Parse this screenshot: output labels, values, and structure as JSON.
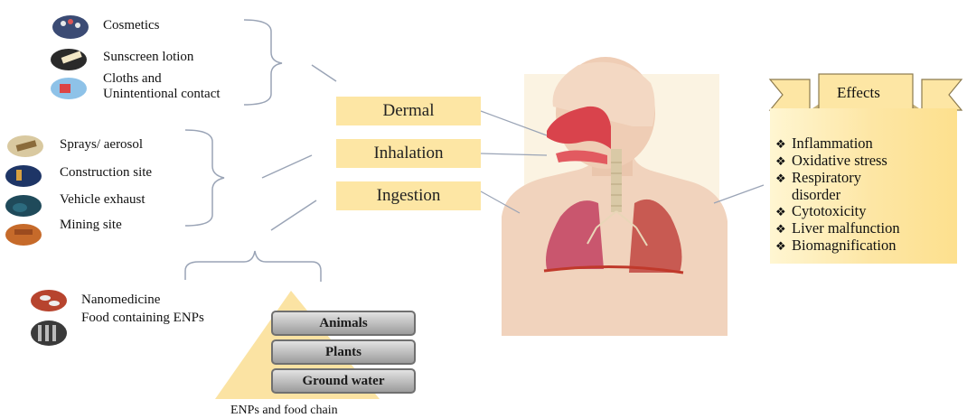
{
  "sources": {
    "dermal": [
      {
        "label": "Cosmetics",
        "icon": "cosmetics-palette-icon"
      },
      {
        "label": "Sunscreen lotion",
        "icon": "sunscreen-icon"
      },
      {
        "label_line1": "Cloths and",
        "label_line2": "Unintentional contact",
        "icon": "cloths-icon"
      }
    ],
    "inhalation": [
      {
        "label": "Sprays/ aerosol",
        "icon": "spray-can-icon"
      },
      {
        "label": "Construction site",
        "icon": "construction-site-icon"
      },
      {
        "label": "Vehicle exhaust",
        "icon": "vehicle-exhaust-icon"
      },
      {
        "label": "Mining site",
        "icon": "mining-site-icon"
      }
    ],
    "ingestion": [
      {
        "label": "Nanomedicine",
        "icon": "pills-icon"
      },
      {
        "label": "Food containing ENPs",
        "icon": "food-icon"
      }
    ]
  },
  "routes": [
    "Dermal",
    "Inhalation",
    "Ingestion"
  ],
  "food_chain": {
    "levels": [
      "Animals",
      "Plants",
      "Ground water"
    ],
    "caption": "ENPs and food chain"
  },
  "effects": {
    "title": "Effects",
    "items": [
      "Inflammation",
      "Oxidative stress",
      "Respiratory",
      "disorder",
      "Cytotoxicity",
      "Liver malfunction",
      "Biomagnification"
    ],
    "bullet": "❖"
  },
  "colors": {
    "route_box": "#fde6a4",
    "lung": "#c9566e",
    "banner": "#fde6a4",
    "bracket": "#9aa4b6"
  }
}
